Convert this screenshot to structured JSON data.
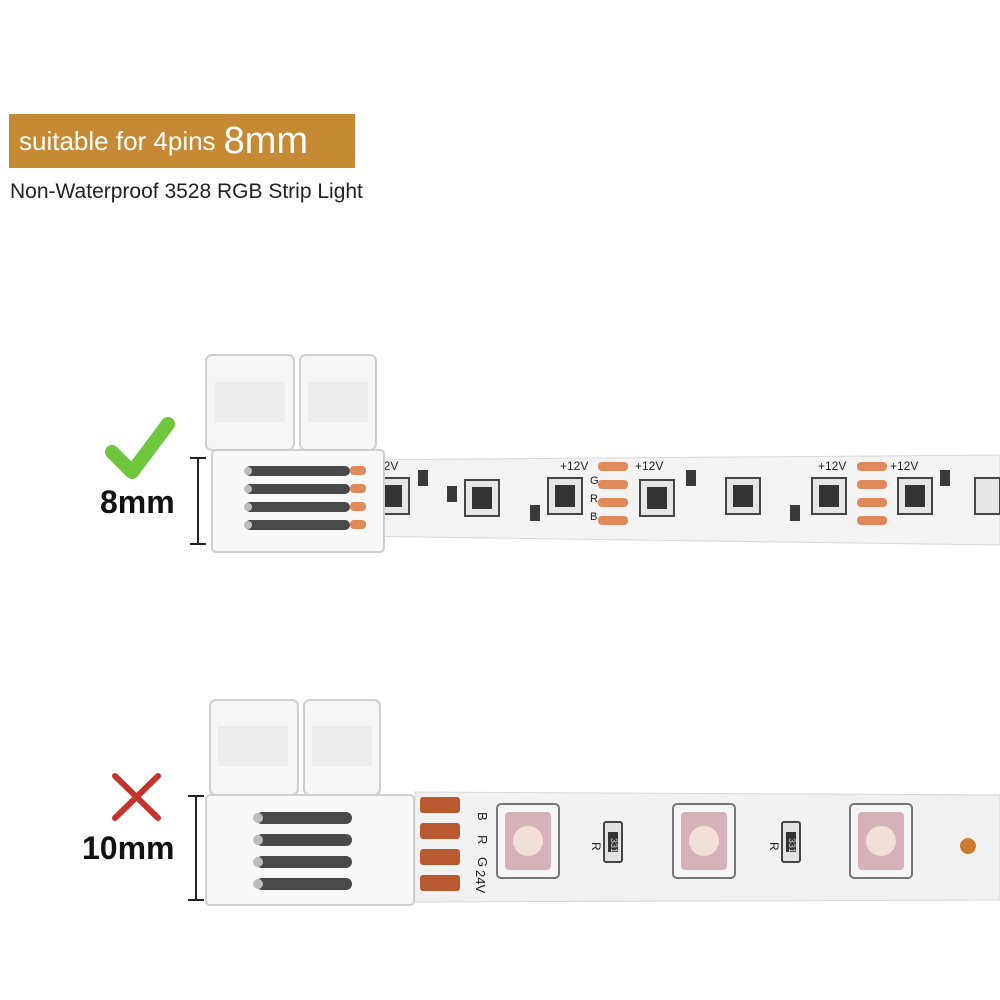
{
  "header": {
    "badge_prefix": "suitable for 4pins",
    "badge_size": "8mm",
    "subtitle": "Non-Waterproof 3528 RGB Strip Light"
  },
  "top_row": {
    "status": "check-icon",
    "width_label": "8mm",
    "voltage_label": "+12V",
    "pin_letters": [
      "G",
      "R",
      "B"
    ]
  },
  "bottom_row": {
    "status": "cross-icon",
    "width_label": "10mm",
    "pad_labels": [
      "B",
      "R",
      "G",
      "24V"
    ],
    "resistor_label": "R",
    "resistor_code": "331"
  },
  "colors": {
    "accent": "#c78a34",
    "check": "#6dc63c",
    "cross": "#c4342c",
    "copper": "#b9592f"
  }
}
